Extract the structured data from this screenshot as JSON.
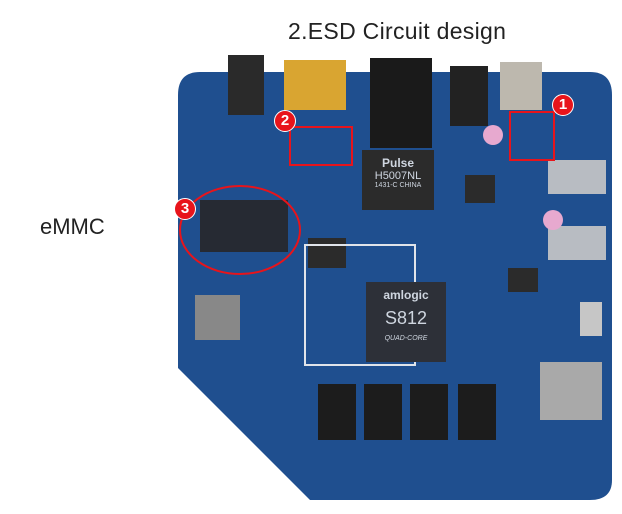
{
  "title": "2.ESD Circuit design",
  "side_label": "eMMC",
  "markers": [
    "1",
    "2",
    "3"
  ],
  "chips": {
    "lan": {
      "brand": "Pulse",
      "model": "H5007NL",
      "sub": "1431-C CHINA"
    },
    "soc": {
      "brand": "amlogic",
      "model": "S812",
      "sub": "QUAD-CORE"
    }
  },
  "colors": {
    "board": "#1f4f8f",
    "annotation": "#e8141b"
  }
}
